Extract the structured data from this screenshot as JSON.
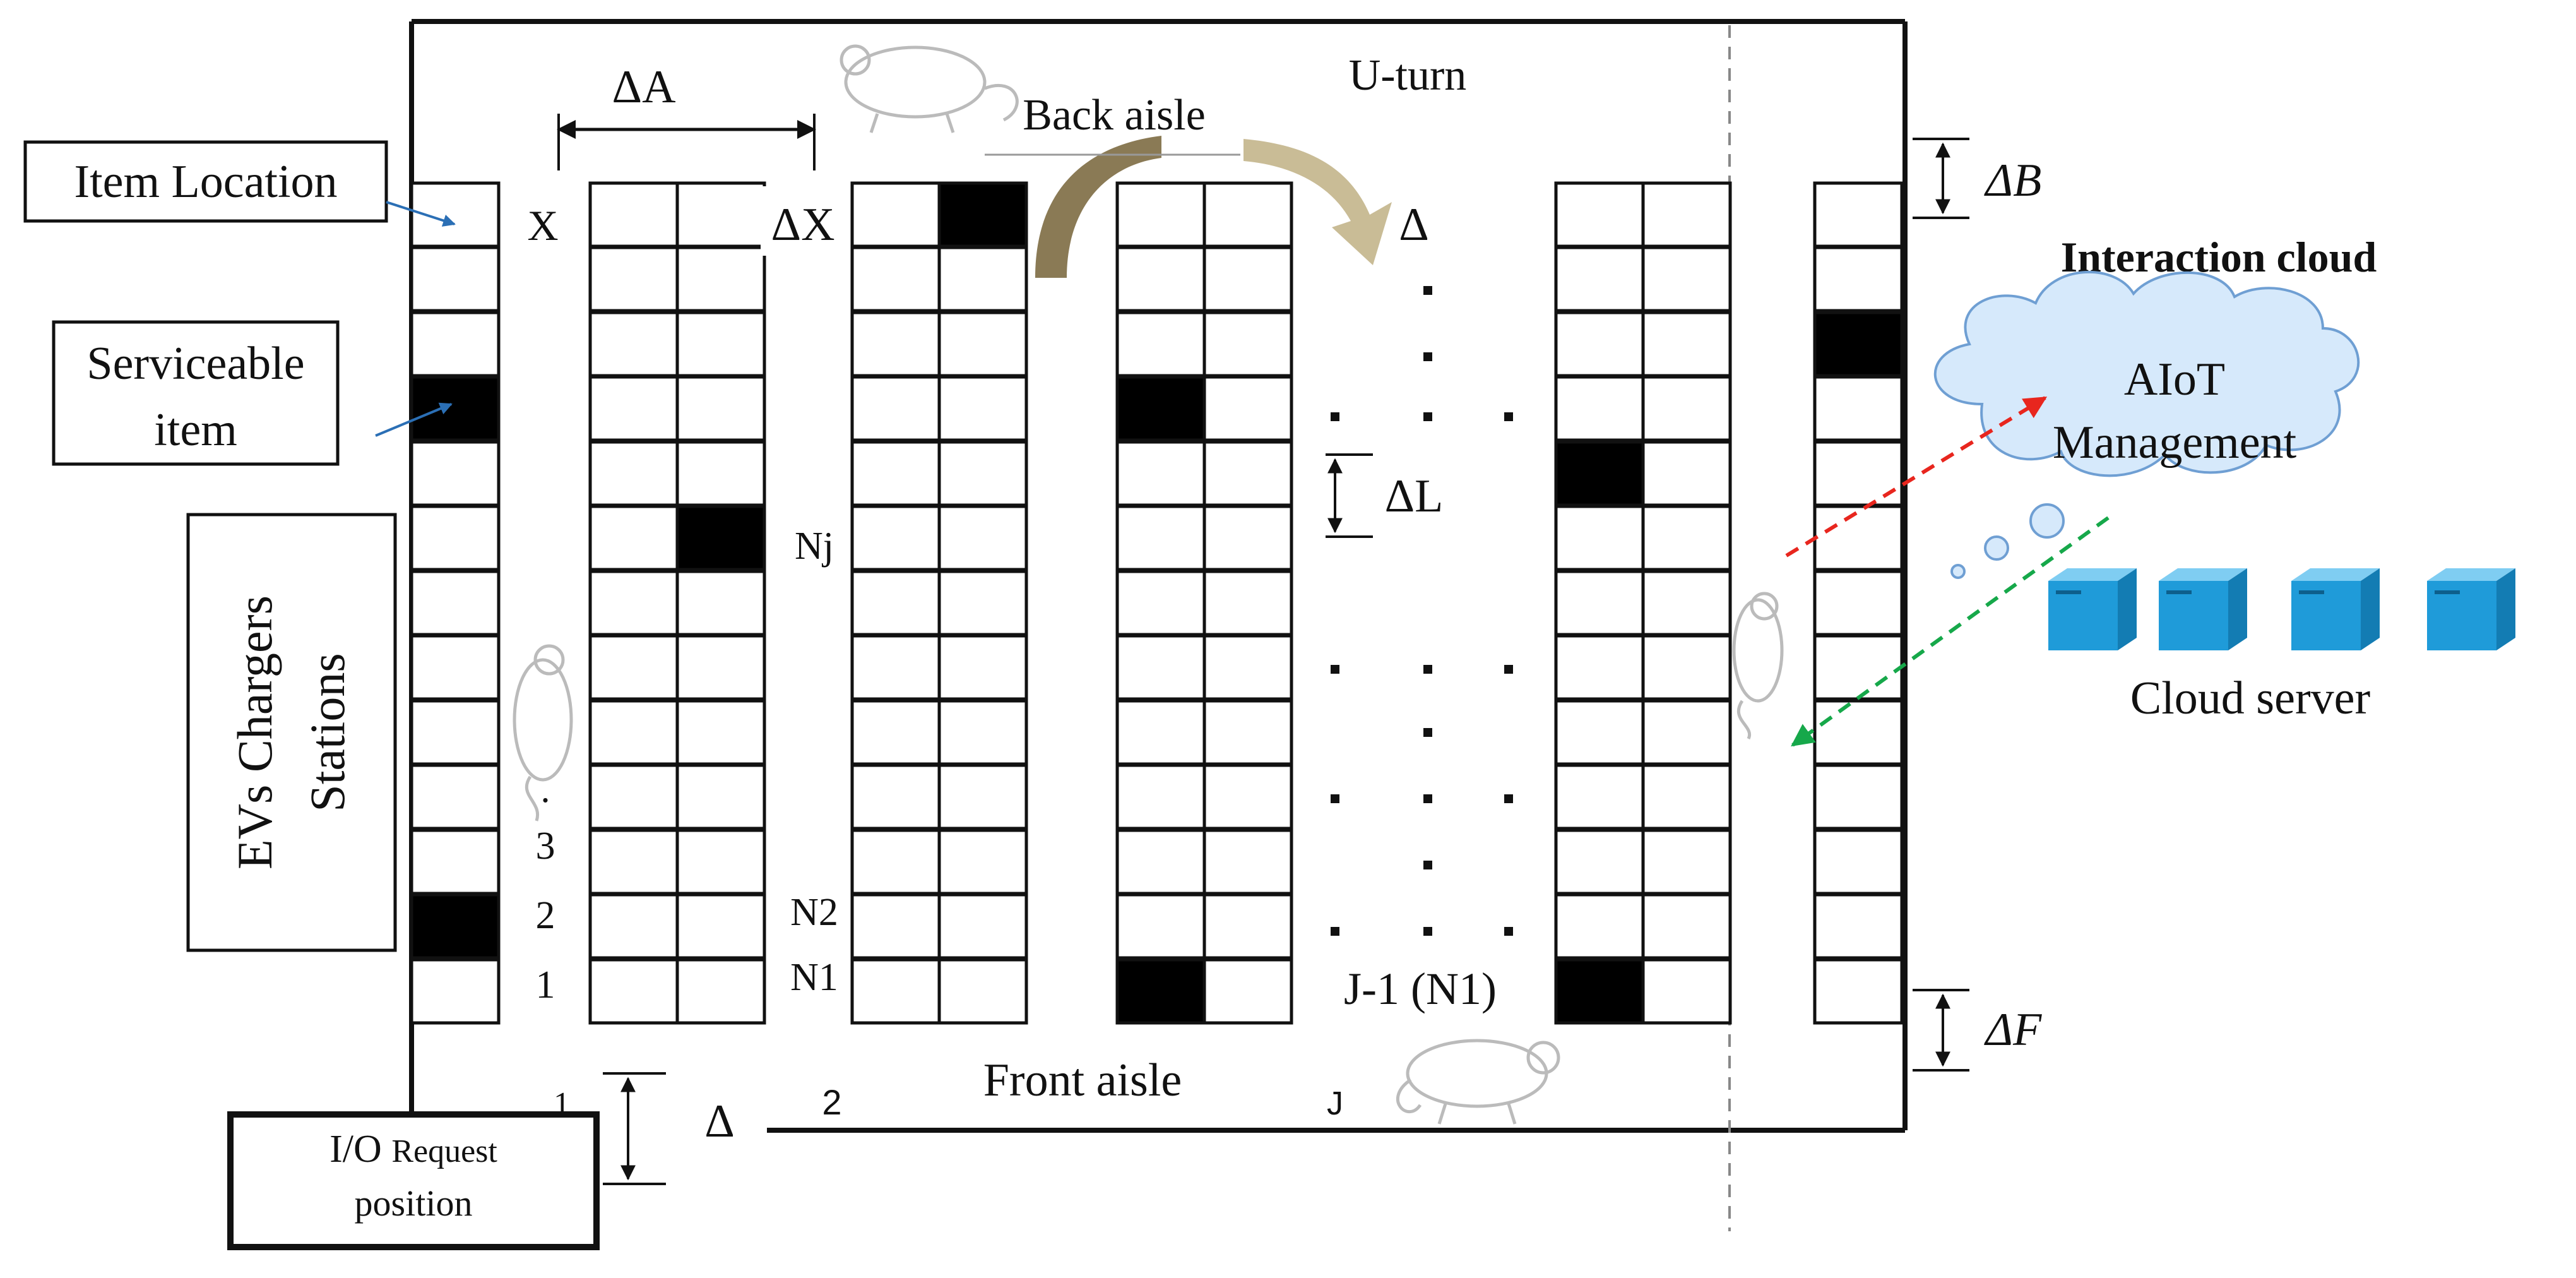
{
  "labels": {
    "item_location": "Item Location",
    "serviceable_item_line1": "Serviceable",
    "serviceable_item_line2": "item",
    "ev_stations_line1": "EVs Chargers",
    "ev_stations_line2": "Stations",
    "io_request_big": "I/O",
    "io_request_small": "Request",
    "io_position": "position",
    "delta_a": "ΔA",
    "back_aisle": "Back aisle",
    "u_turn": "U-turn",
    "delta_b": "ΔB",
    "delta_x": "ΔX",
    "x_mark": "X",
    "delta_top": "Δ",
    "delta_l": "ΔL",
    "nj": "Nj",
    "n2": "N2",
    "n1": "N1",
    "num3": "3",
    "num2": "2",
    "num1": "1",
    "j_minus_1": "J-1 (N1)",
    "delta_f": "ΔF",
    "front_aisle": "Front aisle",
    "aisle_1": "1",
    "aisle_2": "2",
    "aisle_j": "J",
    "delta_io": "Δ",
    "interaction_cloud": "Interaction cloud",
    "aiot_line1": "AIoT",
    "aiot_line2": "Management",
    "cloud_server": "Cloud server"
  },
  "colors": {
    "line": "#111111",
    "cell_filled": "#000000",
    "arrow_brown": "#8a7a55",
    "arrow_tan": "#c9bc96",
    "cloud_fill": "#d6e9fb",
    "cloud_stroke": "#6f9fd3",
    "server": "#1f9bd9",
    "red_dash": "#e8261e",
    "green_dash": "#16a84a",
    "dashed_divider": "#888888"
  }
}
